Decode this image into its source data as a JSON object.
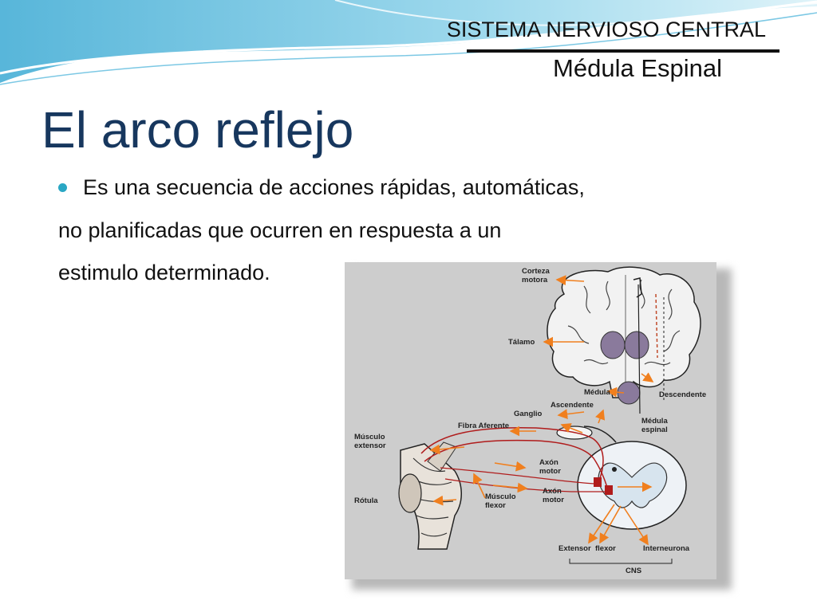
{
  "header": {
    "section": "SISTEMA NERVIOSO CENTRAL",
    "subsection": "Médula Espinal"
  },
  "slide": {
    "title": "El arco reflejo",
    "bullet_lines": [
      "Es una secuencia de acciones rápidas, automáticas,",
      "no planificadas que ocurren en respuesta a un",
      "estimulo determinado."
    ]
  },
  "figure": {
    "labels": {
      "corteza": "Corteza",
      "motora": "motora",
      "talamo": "Tálamo",
      "medula": "Médula",
      "descendente": "Descendente",
      "ascendente": "Ascendente",
      "ganglio": "Ganglio",
      "medula2": "Médula",
      "espinal": "espinal",
      "fibra_aferente": "Fibra Aferente",
      "musculo": "Músculo",
      "extensor": "extensor",
      "axon1": "Axón",
      "motor1": "motor",
      "axon2": "Axón",
      "motor2": "motor",
      "musculo_flexor_1": "Músculo",
      "musculo_flexor_2": "flexor",
      "rotula": "Rótula",
      "extensor_bottom": "Extensor",
      "flexor_bottom": "flexor",
      "interneurona": "Interneurona",
      "cns": "CNS"
    }
  },
  "colors": {
    "title": "#17375e",
    "bullet": "#2aa7c4",
    "wave": "#4fb3d9",
    "arrow": "#f07f1e",
    "nerve": "#b01c1c"
  }
}
